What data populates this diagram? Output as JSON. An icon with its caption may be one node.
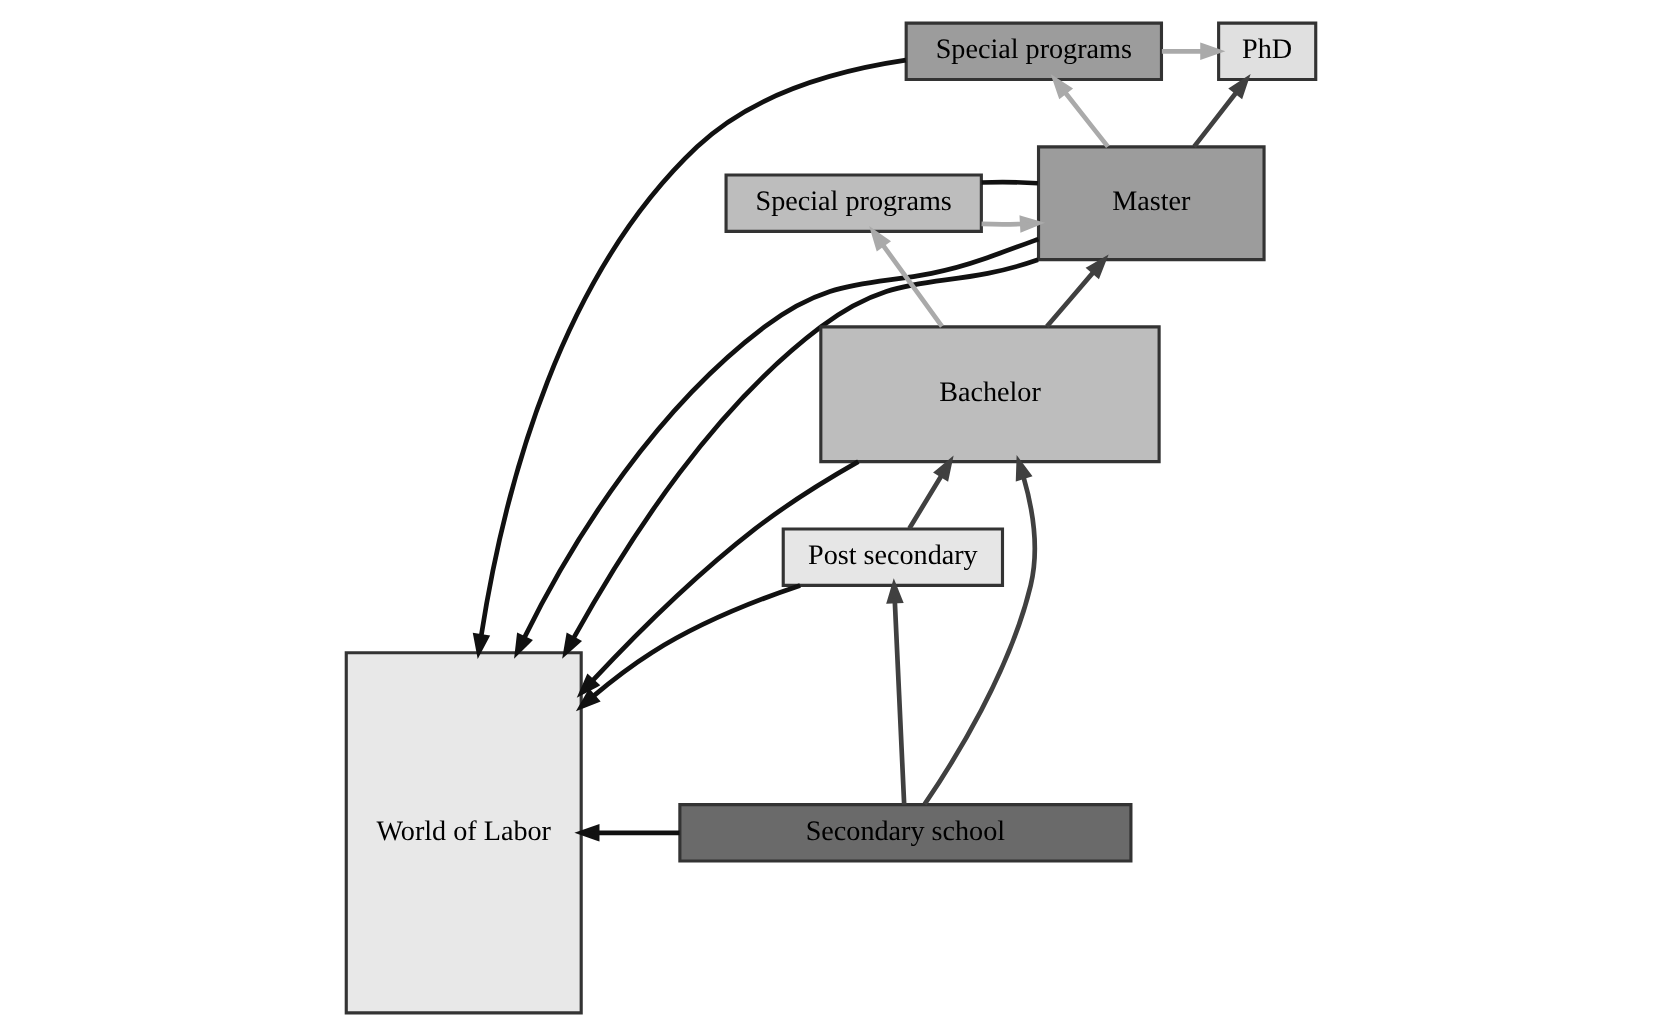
{
  "diagram": {
    "nodes": [
      {
        "text": [
          "World of Labor"
        ]
      },
      {
        "text": [
          "PhD"
        ]
      },
      {
        "text": [
          "Special programs"
        ]
      },
      {
        "text": [
          "Master"
        ]
      },
      {
        "text": [
          "Special programs"
        ]
      },
      {
        "text": [
          "Bachelor"
        ]
      },
      {
        "text": [
          "Post secondary"
        ]
      },
      {
        "text": [
          "Secondary school"
        ]
      }
    ],
    "edges": [
      {
        "from": 2,
        "to": 0,
        "arrow": "to",
        "color": "#111111"
      },
      {
        "from": 3,
        "to": 0,
        "arrow": "to",
        "color": "#111111"
      },
      {
        "from": 3,
        "to": 0,
        "arrow": "to",
        "color": "#111111"
      },
      {
        "from": 4,
        "to": 3,
        "arrow": "none",
        "color": "#111111"
      },
      {
        "from": 5,
        "to": 0,
        "arrow": "to",
        "color": "#111111"
      },
      {
        "from": 6,
        "to": 0,
        "arrow": "to",
        "color": "#111111"
      },
      {
        "from": 7,
        "to": 0,
        "arrow": "to",
        "color": "#111111"
      },
      {
        "from": 2,
        "to": 1,
        "arrow": "to",
        "color": "#aaaaaa"
      },
      {
        "from": 4,
        "to": 3,
        "arrow": "to",
        "color": "#aaaaaa"
      },
      {
        "from": 3,
        "to": 2,
        "arrow": "to",
        "color": "#aaaaaa"
      },
      {
        "from": 5,
        "to": 4,
        "arrow": "to",
        "color": "#aaaaaa"
      },
      {
        "from": 3,
        "to": 1,
        "arrow": "to",
        "color": "#404040"
      },
      {
        "from": 5,
        "to": 3,
        "arrow": "to",
        "color": "#404040"
      },
      {
        "from": 6,
        "to": 5,
        "arrow": "to",
        "color": "#404040"
      },
      {
        "from": 7,
        "to": 6,
        "arrow": "to",
        "color": "#404040"
      },
      {
        "from": 7,
        "to": 5,
        "arrow": "to",
        "color": "#404040"
      }
    ]
  }
}
